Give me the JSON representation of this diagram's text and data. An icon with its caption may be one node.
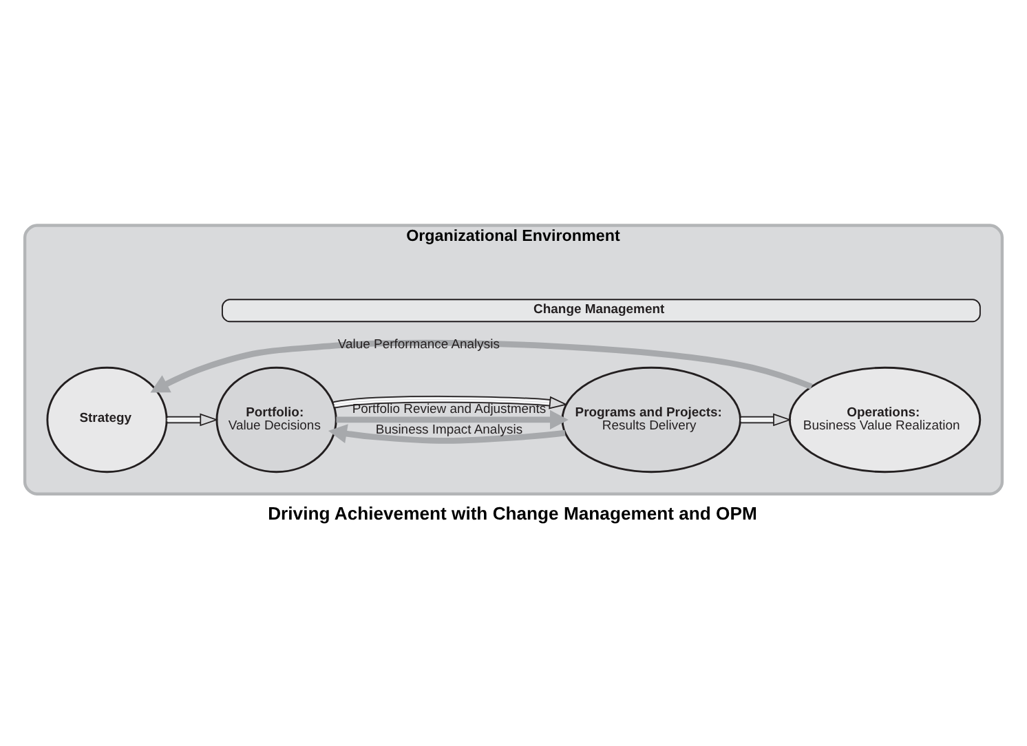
{
  "diagram": {
    "caption": "Driving Achievement with Change Management and OPM",
    "nodes": [
      {
        "text": [
          "Organizational Environment"
        ]
      },
      {
        "text": [
          "Strategy"
        ],
        "in": 0
      },
      {
        "text": [
          "Portfolio:",
          "Value Decisions"
        ],
        "in": 0
      },
      {
        "text": [
          "Programs and Projects:",
          "Results Delivery"
        ],
        "in": 0
      },
      {
        "text": [
          "Operations:",
          "Business Value Realization"
        ],
        "in": 0
      },
      {
        "text": [
          "Change Management"
        ],
        "in": 0
      }
    ],
    "edges": [
      {
        "from": 1,
        "to": 2,
        "arrow": "to"
      },
      {
        "from": 2,
        "to": 3,
        "arrow": "to"
      },
      {
        "from": 3,
        "to": 4,
        "arrow": "to"
      },
      {
        "from": 2,
        "to": 3,
        "arrow": "to",
        "label": "Portfolio Review and Adjustments",
        "style": "thick",
        "color": "#a7a9ac"
      },
      {
        "from": 3,
        "to": 2,
        "arrow": "to",
        "label": "Business Impact Analysis",
        "style": "thick",
        "color": "#a7a9ac"
      },
      {
        "from": 4,
        "to": 1,
        "arrow": "to",
        "label": "Value Performance Analysis",
        "style": "thick",
        "color": "#a7a9ac"
      }
    ]
  }
}
